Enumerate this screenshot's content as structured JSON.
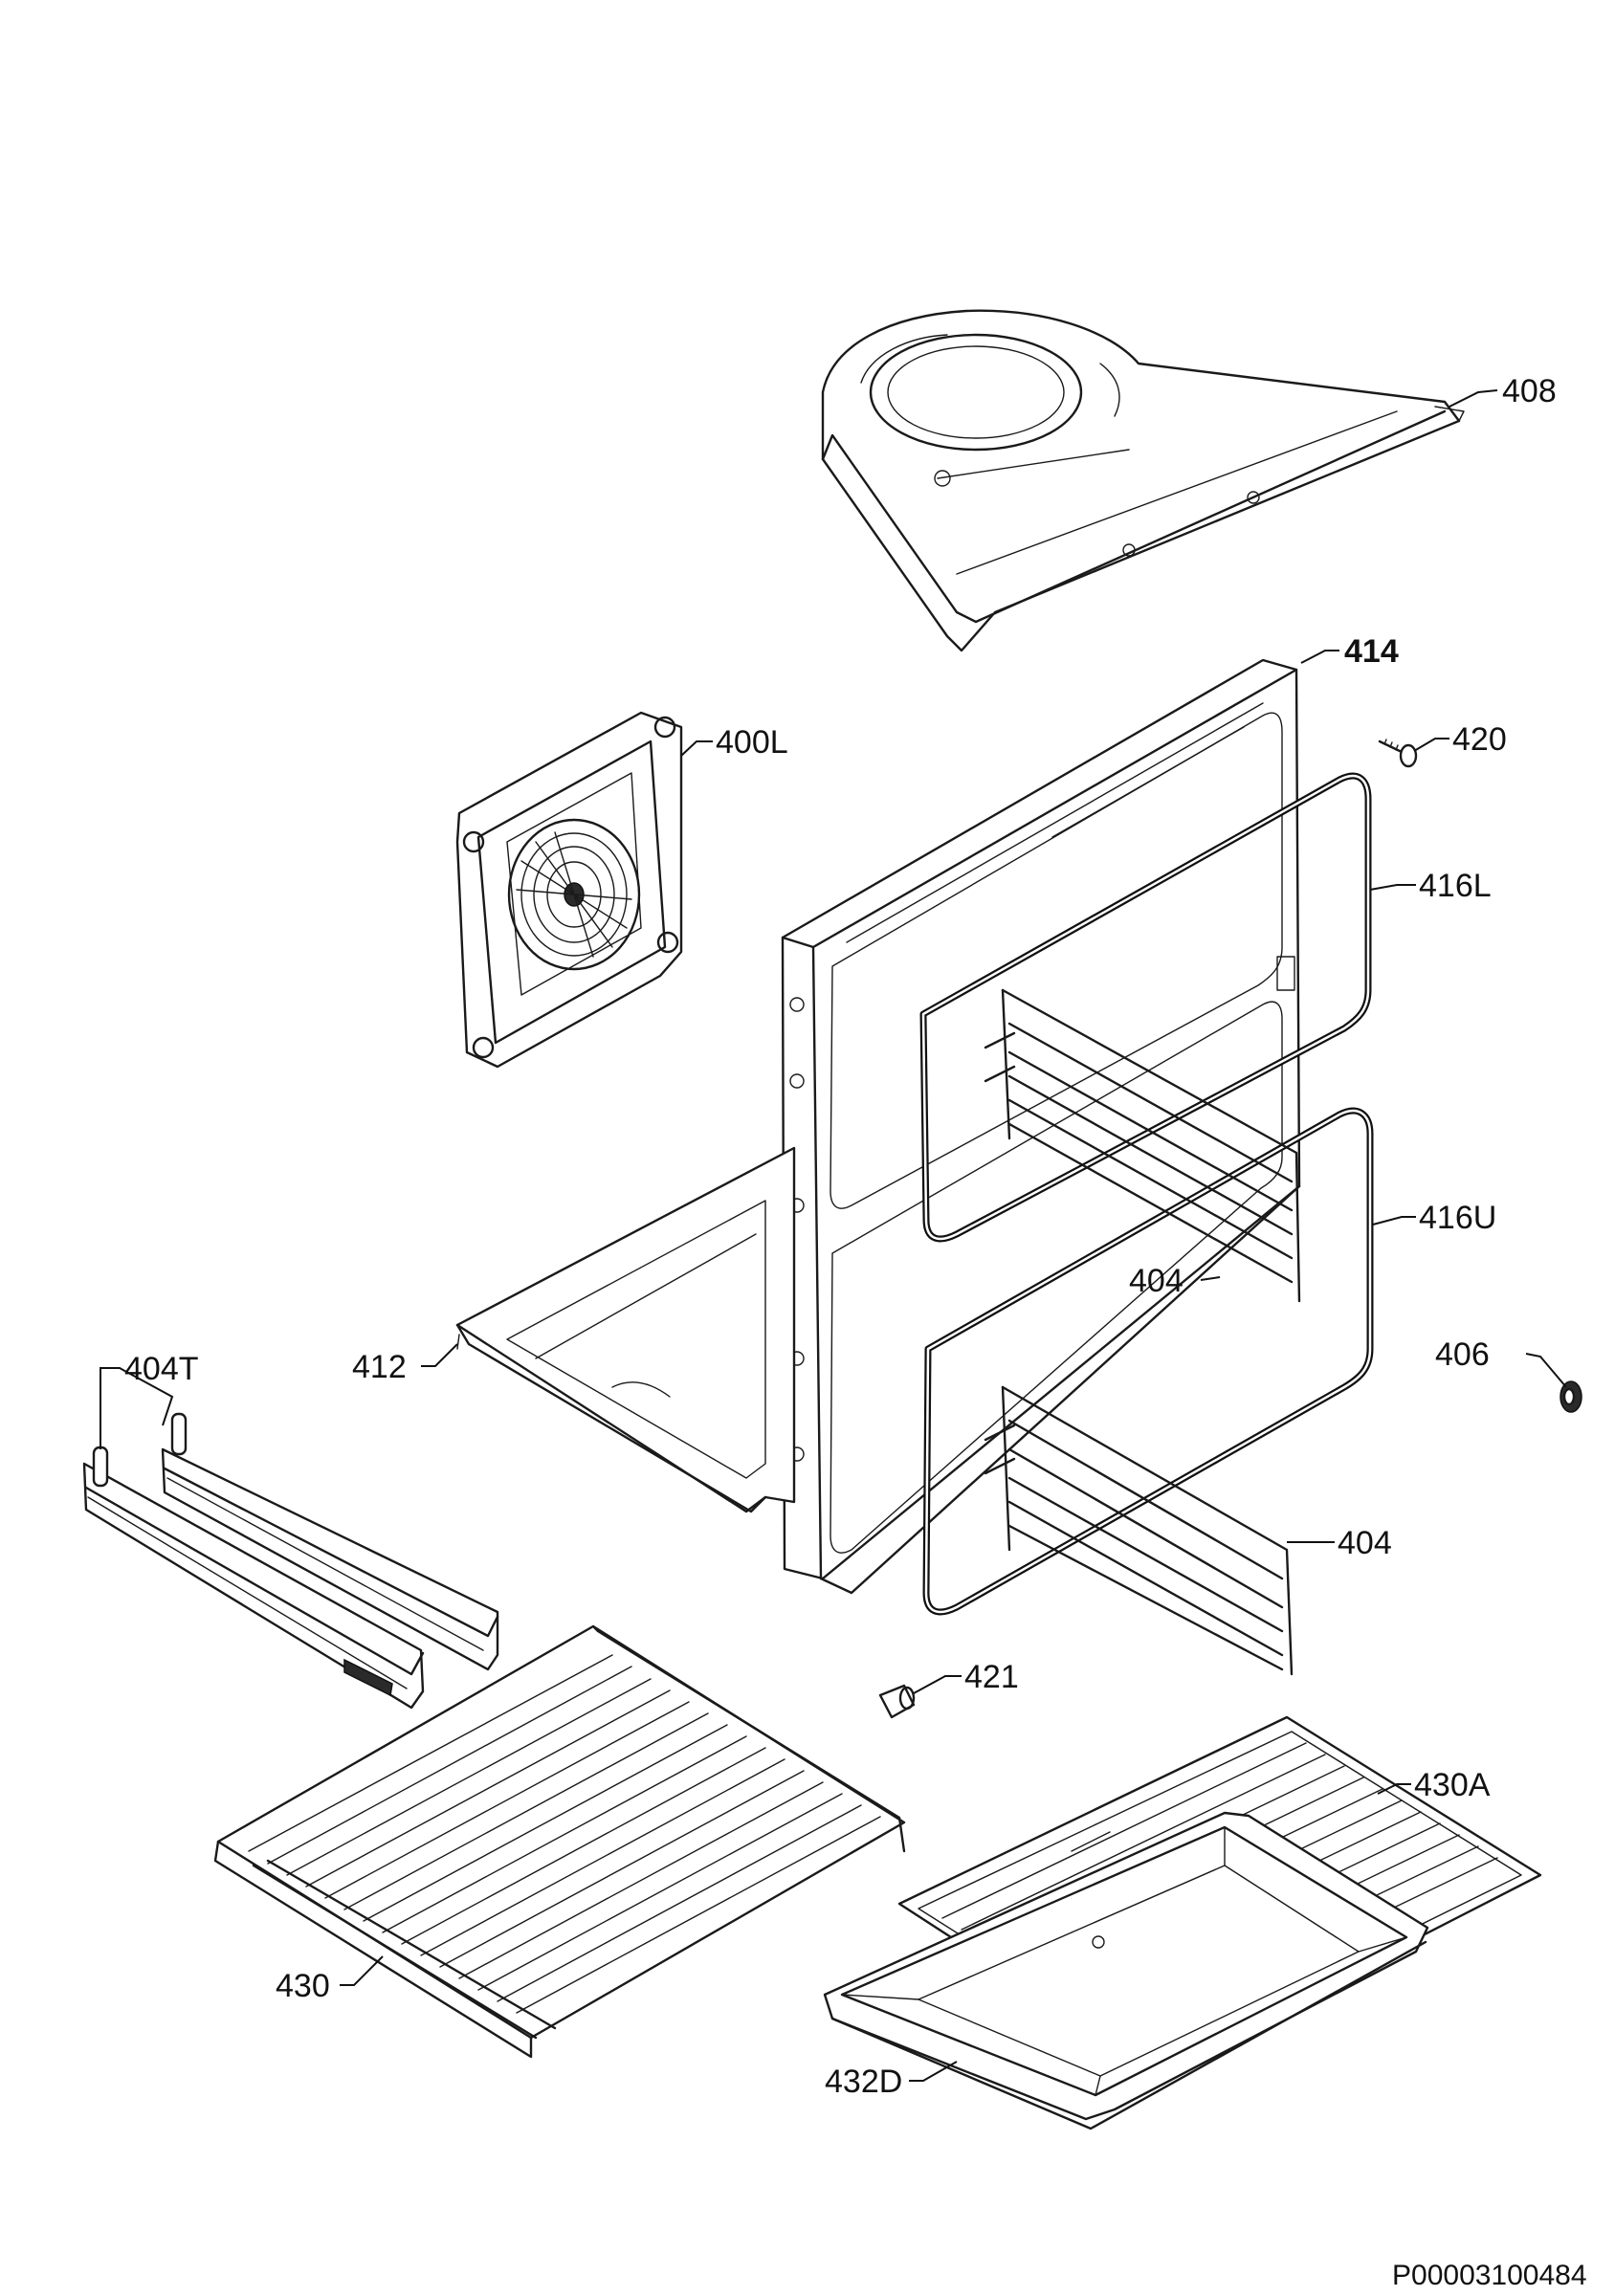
{
  "callouts": {
    "c408": "408",
    "c414": "414",
    "c420": "420",
    "c400L": "400L",
    "c416L": "416L",
    "c416U": "416U",
    "c404_upper": "404",
    "c406": "406",
    "c412": "412",
    "c404T": "404T",
    "c404_lower": "404",
    "c421": "421",
    "c430A": "430A",
    "c430": "430",
    "c432D": "432D"
  },
  "document_id": "P00003100484"
}
